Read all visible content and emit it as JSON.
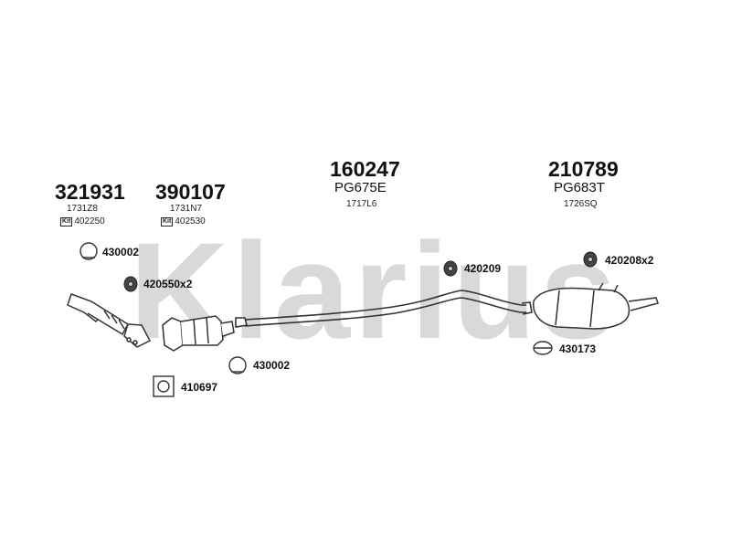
{
  "watermark": "Klarius",
  "columns": [
    {
      "part_no": "321931",
      "oem": "1731Z8",
      "kit_tag": "Kit",
      "kit": "402250"
    },
    {
      "part_no": "390107",
      "oem": "1731N7",
      "kit_tag": "Kit",
      "kit": "402530"
    },
    {
      "part_no": "160247",
      "ref": "PG675E",
      "oem": "1717L6"
    },
    {
      "part_no": "210789",
      "ref": "PG683T",
      "oem": "1726SQ"
    }
  ],
  "accessories": {
    "clamp_top": "430002",
    "rubber_left": "420550x2",
    "clamp_bottom": "430002",
    "gasket": "410697",
    "rubber_mid": "420209",
    "rubber_right": "420208x2",
    "clamp_right": "430173"
  }
}
